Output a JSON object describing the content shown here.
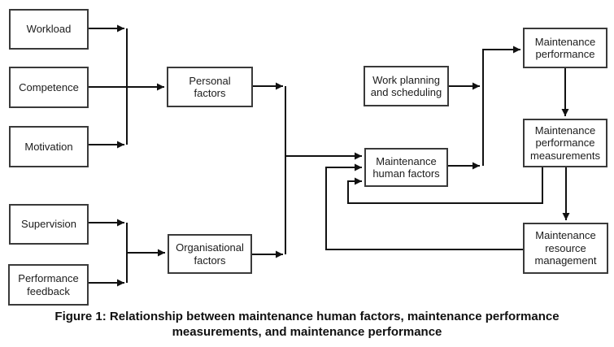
{
  "diagram": {
    "colors": {
      "background": "#ffffff",
      "line": "#111111",
      "box_border": "#3a3a3a",
      "text": "#1c1c1c"
    },
    "nodes": {
      "workload": {
        "label": "Workload"
      },
      "competence": {
        "label": "Competence"
      },
      "motivation": {
        "label": "Motivation"
      },
      "personal_factors": {
        "label": "Personal\nfactors"
      },
      "supervision": {
        "label": "Supervision"
      },
      "performance_feedback": {
        "label": "Performance\nfeedback"
      },
      "organisational_factors": {
        "label": "Organisational\nfactors"
      },
      "work_planning": {
        "label": "Work planning\nand scheduling"
      },
      "maintenance_human_factors": {
        "label": "Maintenance\nhuman factors"
      },
      "maintenance_performance": {
        "label": "Maintenance\nperformance"
      },
      "maintenance_performance_measurements": {
        "label": "Maintenance\nperformance\nmeasurements"
      },
      "maintenance_resource_management": {
        "label": "Maintenance\nresource\nmanagement"
      }
    },
    "edges": [
      {
        "from": "workload",
        "to": "personal_factors"
      },
      {
        "from": "competence",
        "to": "personal_factors"
      },
      {
        "from": "motivation",
        "to": "personal_factors"
      },
      {
        "from": "supervision",
        "to": "organisational_factors"
      },
      {
        "from": "performance_feedback",
        "to": "organisational_factors"
      },
      {
        "from": "personal_factors",
        "to": "maintenance_human_factors"
      },
      {
        "from": "organisational_factors",
        "to": "maintenance_human_factors"
      },
      {
        "from": "work_planning",
        "to": "maintenance_performance"
      },
      {
        "from": "maintenance_human_factors",
        "to": "maintenance_performance"
      },
      {
        "from": "maintenance_performance",
        "to": "maintenance_performance_measurements"
      },
      {
        "from": "maintenance_performance_measurements",
        "to": "maintenance_human_factors"
      },
      {
        "from": "maintenance_performance_measurements",
        "to": "maintenance_resource_management"
      },
      {
        "from": "maintenance_resource_management",
        "to": "maintenance_human_factors"
      }
    ]
  },
  "caption": {
    "text": "Figure 1: Relationship between maintenance human factors, maintenance performance\nmeasurements, and maintenance performance"
  }
}
